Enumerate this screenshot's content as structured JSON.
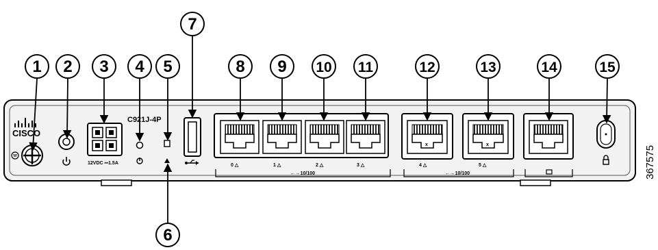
{
  "figure_id": "367575",
  "brand_logo_text": "CISCO",
  "model_label": "C921J-4P",
  "power_label": "12VDC ⎓1.5A",
  "callouts": [
    "1",
    "2",
    "3",
    "4",
    "5",
    "6",
    "7",
    "8",
    "9",
    "10",
    "11",
    "12",
    "13",
    "14",
    "15"
  ],
  "port_labels": [
    "0 △",
    "1 △",
    "2 △",
    "3 △",
    "4 △",
    "5 △"
  ],
  "switch_group_label": "←→ 10/100",
  "wan_group_label": "←→ 10/100",
  "icons": [
    "ground-icon",
    "power-icon",
    "usb-icon",
    "kensington-lock-icon",
    "console-icon"
  ]
}
